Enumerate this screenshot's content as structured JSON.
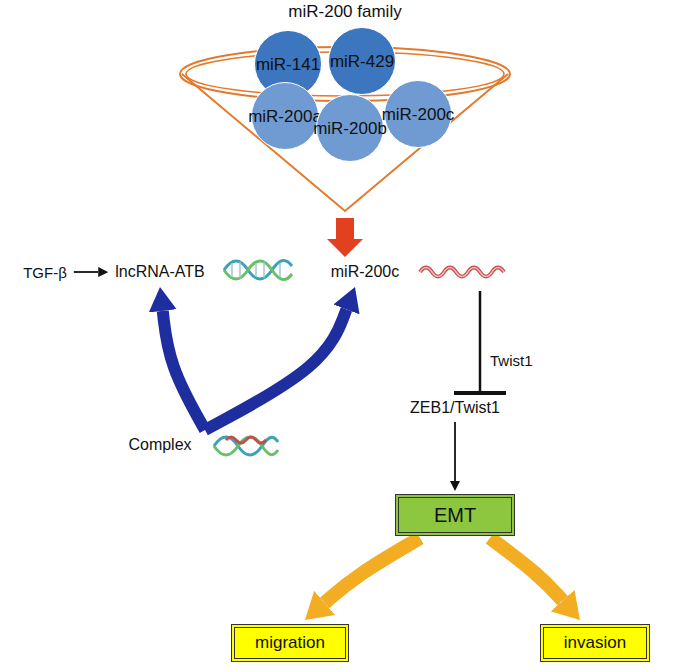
{
  "diagram": {
    "nodes": [
      {
        "text": [
          "miR-200 family"
        ]
      },
      {
        "text": [
          "miR-141"
        ],
        "in": 0
      },
      {
        "text": [
          "miR-429"
        ],
        "in": 0
      },
      {
        "text": [
          "miR-200a"
        ],
        "in": 0
      },
      {
        "text": [
          "miR-200b"
        ],
        "in": 0
      },
      {
        "text": [
          "miR-200c"
        ],
        "in": 0
      },
      {
        "text": [
          "TGF-β"
        ]
      },
      {
        "text": [
          "lncRNA-ATB"
        ]
      },
      {
        "text": [
          "miR-200c"
        ]
      },
      {
        "text": [
          "Complex"
        ]
      },
      {
        "text": [
          "ZEB1/Twist1"
        ]
      },
      {
        "text": [
          "EMT"
        ]
      },
      {
        "text": [
          "migration"
        ]
      },
      {
        "text": [
          "invasion"
        ]
      }
    ],
    "edges": [
      {
        "from": 0,
        "to": 8,
        "arrow": "to"
      },
      {
        "from": 6,
        "to": 7,
        "arrow": "to"
      },
      {
        "from": 9,
        "to": 7,
        "arrow": "to"
      },
      {
        "from": 9,
        "to": 8,
        "arrow": "to"
      },
      {
        "from": 8,
        "to": 10,
        "arrow": "to"
      },
      {
        "from": 10,
        "to": 11,
        "arrow": "to"
      },
      {
        "from": 11,
        "to": 12,
        "arrow": "to"
      },
      {
        "from": 11,
        "to": 13,
        "arrow": "to"
      }
    ],
    "labels": [
      "Twist1"
    ]
  }
}
